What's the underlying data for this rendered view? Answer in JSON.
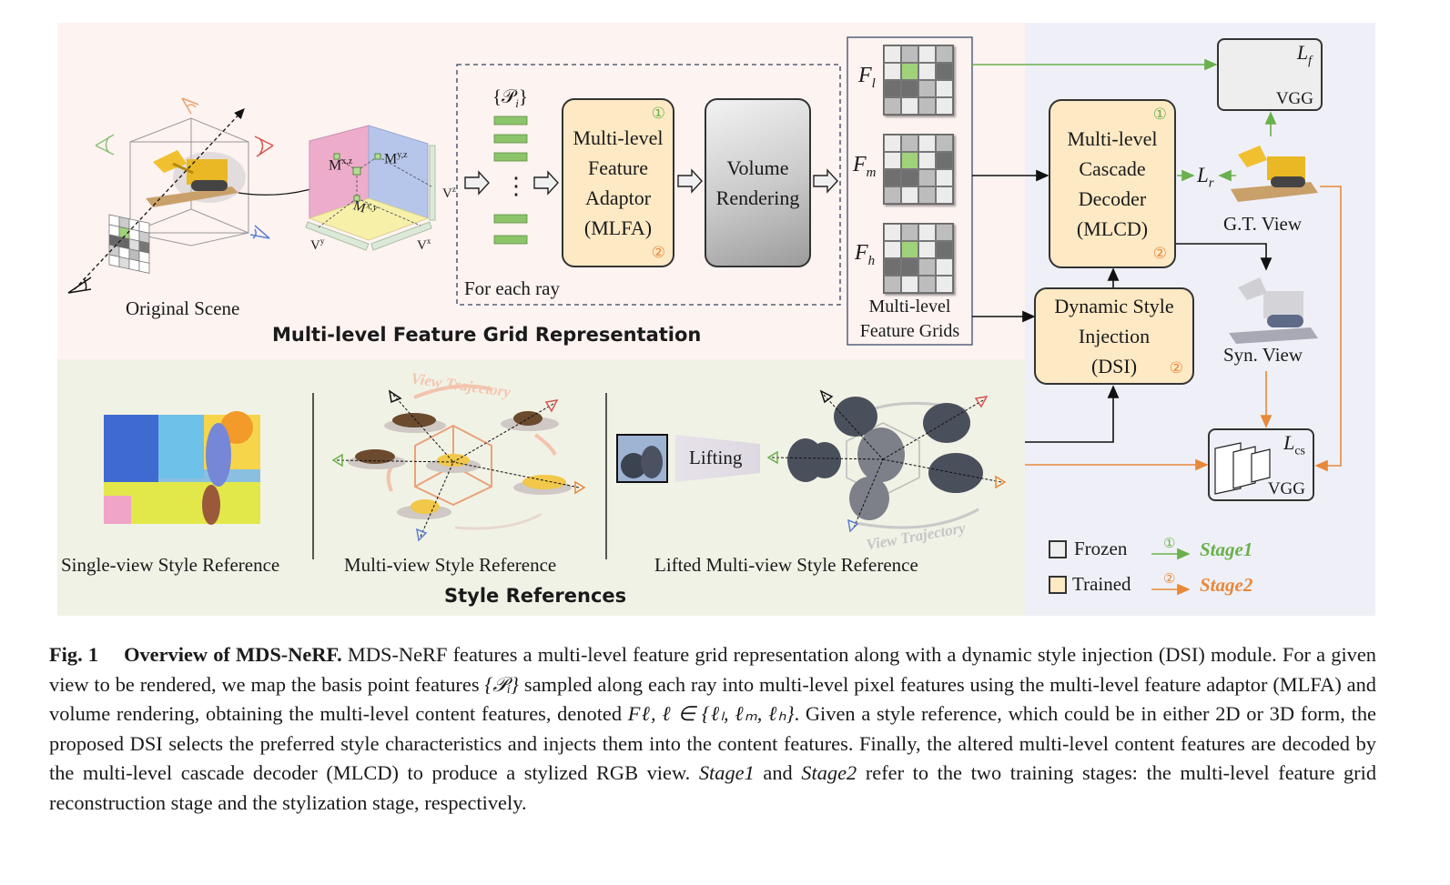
{
  "figure": {
    "panels": {
      "top_left_bg": "#fdf3f1",
      "bottom_left_bg": "#f1f2e6",
      "right_bg": "#eff0f7"
    },
    "colors": {
      "stage1": "#6ab04c",
      "stage2": "#e8883a",
      "trained_fill": "#fde9c4",
      "frozen_fill": "#eeeeee"
    },
    "original_scene": {
      "label": "Original Scene",
      "plane_labels": [
        "M",
        "x,z",
        "M",
        "y,z",
        "M",
        "x,y"
      ],
      "vector_labels": [
        "V",
        "z",
        "V",
        "y",
        "V",
        "x"
      ]
    },
    "ray": {
      "points_label": "{𝒫",
      "points_sub": "i",
      "points_close": "}",
      "ellipsis": "⋮",
      "for_each_ray": "For each ray"
    },
    "mlfa": {
      "lines": [
        "Multi-level",
        "Feature",
        "Adaptor",
        "(MLFA)"
      ],
      "badge_top": "①",
      "badge_bottom": "②"
    },
    "volume_rendering": {
      "lines": [
        "Volume",
        "Rendering"
      ]
    },
    "feature_grids": {
      "levels": [
        {
          "symbol": "F",
          "sub": "l"
        },
        {
          "symbol": "F",
          "sub": "m"
        },
        {
          "symbol": "F",
          "sub": "h"
        }
      ],
      "caption_lines": [
        "Multi-level",
        "Feature Grids"
      ]
    },
    "section_title_top": "Multi-level Feature Grid Representation",
    "mlcd": {
      "lines": [
        "Multi-level",
        "Cascade",
        "Decoder",
        "(MLCD)"
      ],
      "badge_top": "①",
      "badge_bottom": "②"
    },
    "dsi": {
      "lines": [
        "Dynamic Style",
        "Injection",
        "(DSI)"
      ],
      "badge_bottom": "②"
    },
    "loss_r": {
      "symbol": "L",
      "sub": "r"
    },
    "vgg_top": {
      "symbol": "L",
      "sub": "f",
      "label": "VGG"
    },
    "vgg_bottom": {
      "symbol": "L",
      "sub": "cs",
      "label": "VGG"
    },
    "gt_view": "G.T. View",
    "syn_view": "Syn. View",
    "style_refs": {
      "single_view": "Single-view Style Reference",
      "multi_view": "Multi-view Style Reference",
      "lifted": "Lifted Multi-view Style Reference",
      "lifting": "Lifting",
      "view_trajectory": "View Trajectory",
      "section_title": "Style References"
    },
    "legend": {
      "frozen": "Frozen",
      "trained": "Trained",
      "stage1_badge": "①",
      "stage2_badge": "②",
      "stage1": "Stage1",
      "stage2": "Stage2"
    }
  },
  "caption": {
    "fig_label": "Fig. 1",
    "title": "Overview of MDS-NeRF.",
    "part1": " MDS-NeRF features a multi-level feature grid representation along with a dynamic style injection (DSI) module. For a given view to be rendered, we map the basis point features ",
    "math1": "{𝒫ᵢ}",
    "part2": " sampled along each ray into multi-level pixel features using the multi-level feature adaptor (MLFA) and volume rendering, obtaining the multi-level content features, denoted ",
    "math2": "Fℓ, ℓ ∈ {ℓₗ, ℓₘ, ℓₕ}",
    "part3": ". Given a style reference, which could be in either 2D or 3D form, the proposed DSI selects the preferred style characteristics and injects them into the content features. Finally, the altered multi-level content features are decoded by the multi-level cascade decoder (MLCD) to produce a stylized RGB view. ",
    "stage1": "Stage1",
    "and": " and ",
    "stage2": "Stage2",
    "part4": " refer to the two training stages: the multi-level feature grid reconstruction stage and the stylization stage, respectively."
  }
}
